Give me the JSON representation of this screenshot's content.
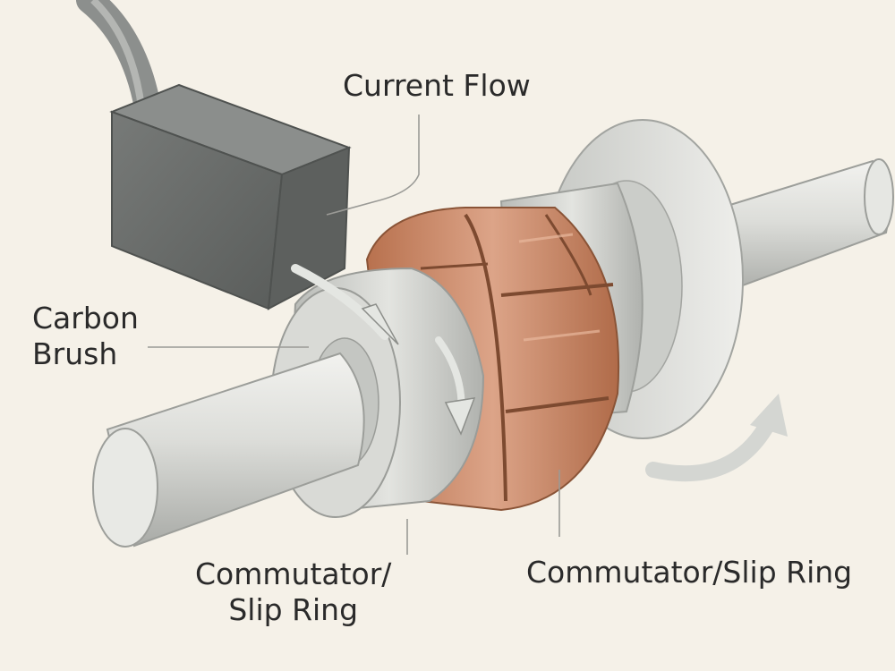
{
  "labels": {
    "current_flow": "Current Flow",
    "carbon_brush_line1": "Carbon",
    "carbon_brush_line2": "Brush",
    "commutator_left_line1": "Commutator/",
    "commutator_left_line2": "Slip Ring",
    "commutator_right": "Commutator/Slip Ring"
  },
  "colors": {
    "background": "#f5f1e8",
    "shaft": "#d9dad6",
    "brush_block": "#6b6e6c",
    "copper": "#c98a66",
    "ring": "#cfd1cd",
    "arrow": "#e0e2de",
    "leader_line": "#9a9a96"
  }
}
